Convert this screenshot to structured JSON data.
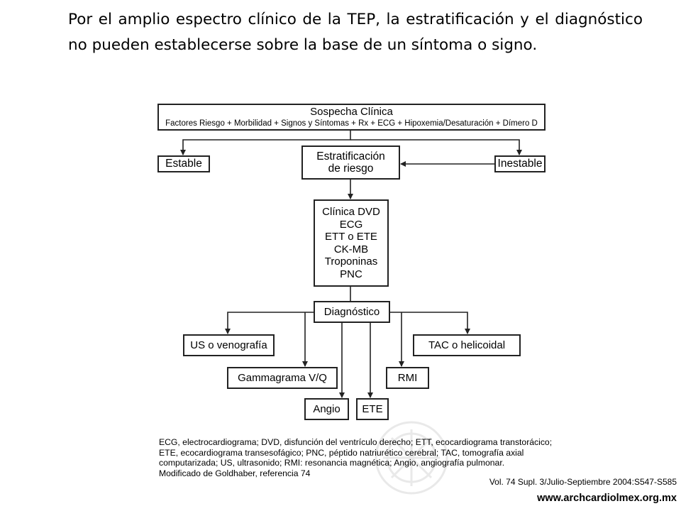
{
  "intro_text": "Por el amplio espectro clínico de la TEP, la estratificación y el diagnóstico no pueden establecerse sobre la base de un síntoma o signo.",
  "flowchart": {
    "suspicion_title": "Sospecha Clínica",
    "suspicion_factors": "Factores Riesgo + Morbilidad + Signos y Síntomas + Rx + ECG + Hipoxemia/Desaturación + Dímero D",
    "stable": "Estable",
    "unstable": "Inestable",
    "stratification_line1": "Estratificación",
    "stratification_line2": "de riesgo",
    "evaluation_items": [
      "Clínica DVD",
      "ECG",
      "ETT o ETE",
      "CK-MB",
      "Troponinas",
      "PNC"
    ],
    "diagnosis": "Diagnóstico",
    "us_venography": "US o venografía",
    "gammagram": "Gammagrama V/Q",
    "angio": "Angio",
    "ete": "ETE",
    "rmi": "RMI",
    "tac": "TAC o helicoidal"
  },
  "footnote": {
    "abbreviations": "ECG, electrocardiograma; DVD, disfunción del ventrículo derecho; ETT, ecocardiograma transtorácico; ETE, ecocardiograma transesofágico; PNC, péptido natriurético cerebral; TAC, tomografía axial computarizada; US, ultrasonido; RMI: resonancia magnética; Angio, angiografía pulmonar.",
    "source": "Modificado de Goldhaber, referencia 74"
  },
  "citation": "Vol. 74 Supl. 3/Julio-Septiembre 2004:S547-S585",
  "website": "www.archcardiolmex.org.mx",
  "colors": {
    "box_border": "#222222",
    "arrow": "#222222"
  }
}
